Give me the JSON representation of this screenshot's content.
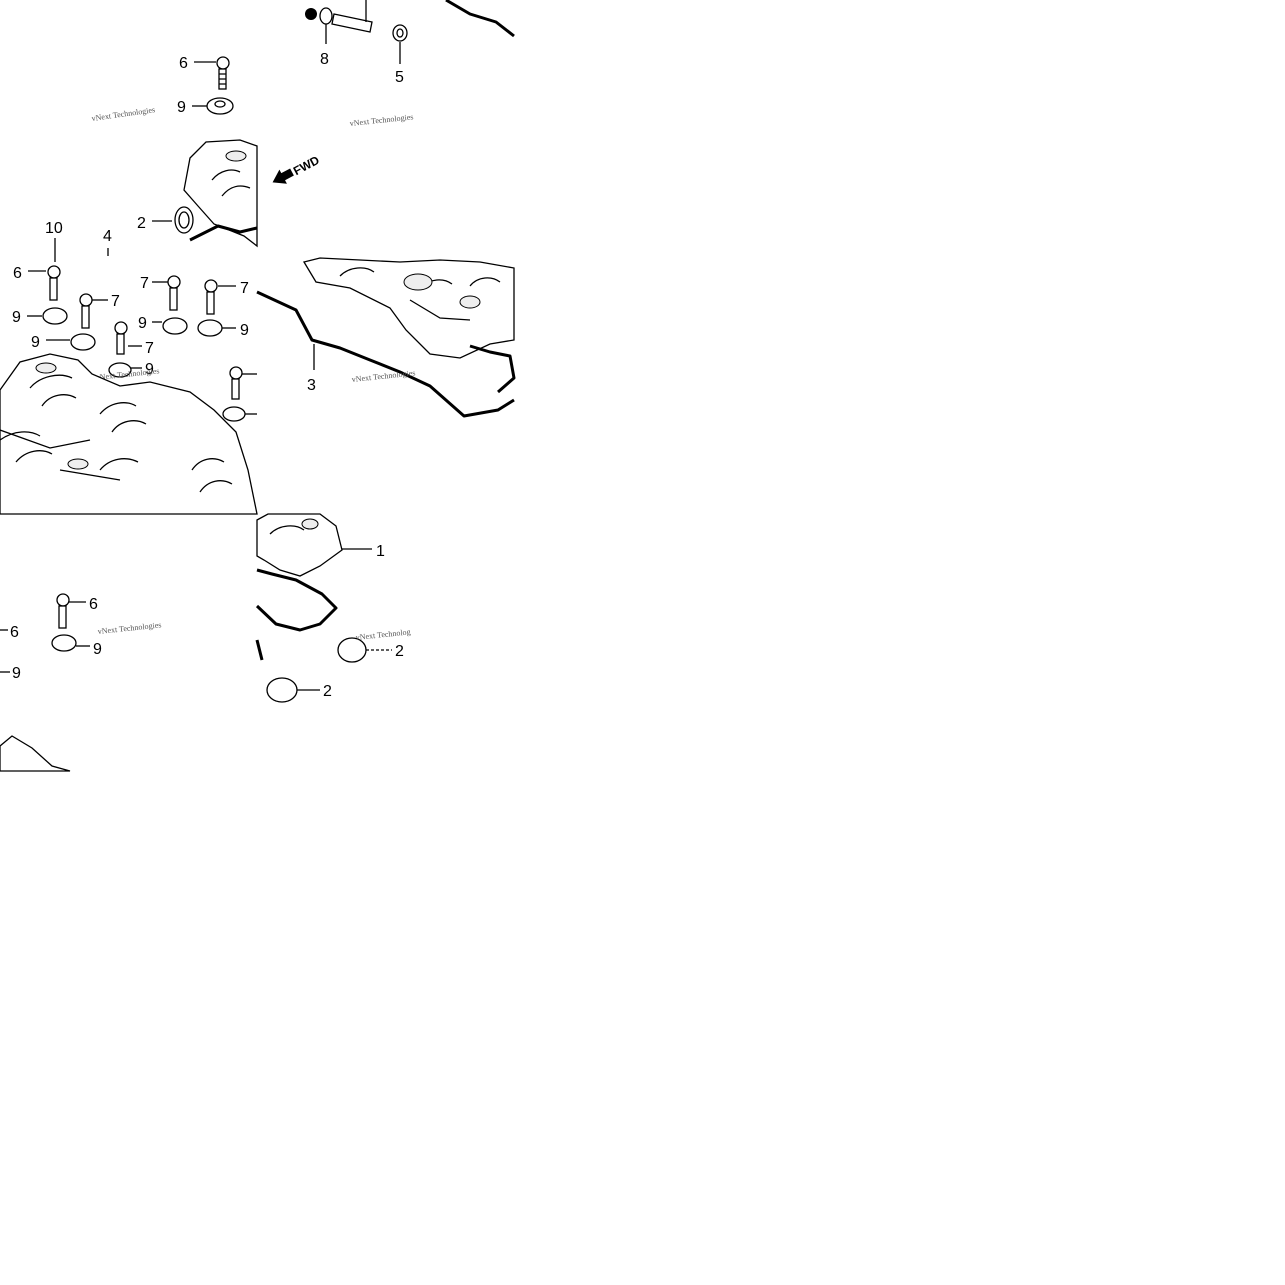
{
  "labels": {
    "tile1": {
      "l6": "6",
      "l9": "9",
      "l8": "8",
      "l5": "5",
      "l2": "2"
    },
    "tile2": {
      "l10": "10",
      "l4": "4",
      "l6": "6",
      "l9a": "9",
      "l7a": "7",
      "l9b": "9",
      "l7b": "7",
      "l9c": "9",
      "l7c": "7",
      "l9d": "9",
      "l7d": "7",
      "l9e": "9"
    },
    "tile3": {
      "l3": "3"
    },
    "tile4": {
      "l6a": "6",
      "l6b": "6",
      "l9a": "9",
      "l9b": "9"
    },
    "tile5": {
      "l1": "1",
      "l2a": "2",
      "l2b": "2"
    }
  },
  "fwd_text": "FWD",
  "watermark": "vNext Technologies",
  "watermark_partial": "vNext Technolog"
}
